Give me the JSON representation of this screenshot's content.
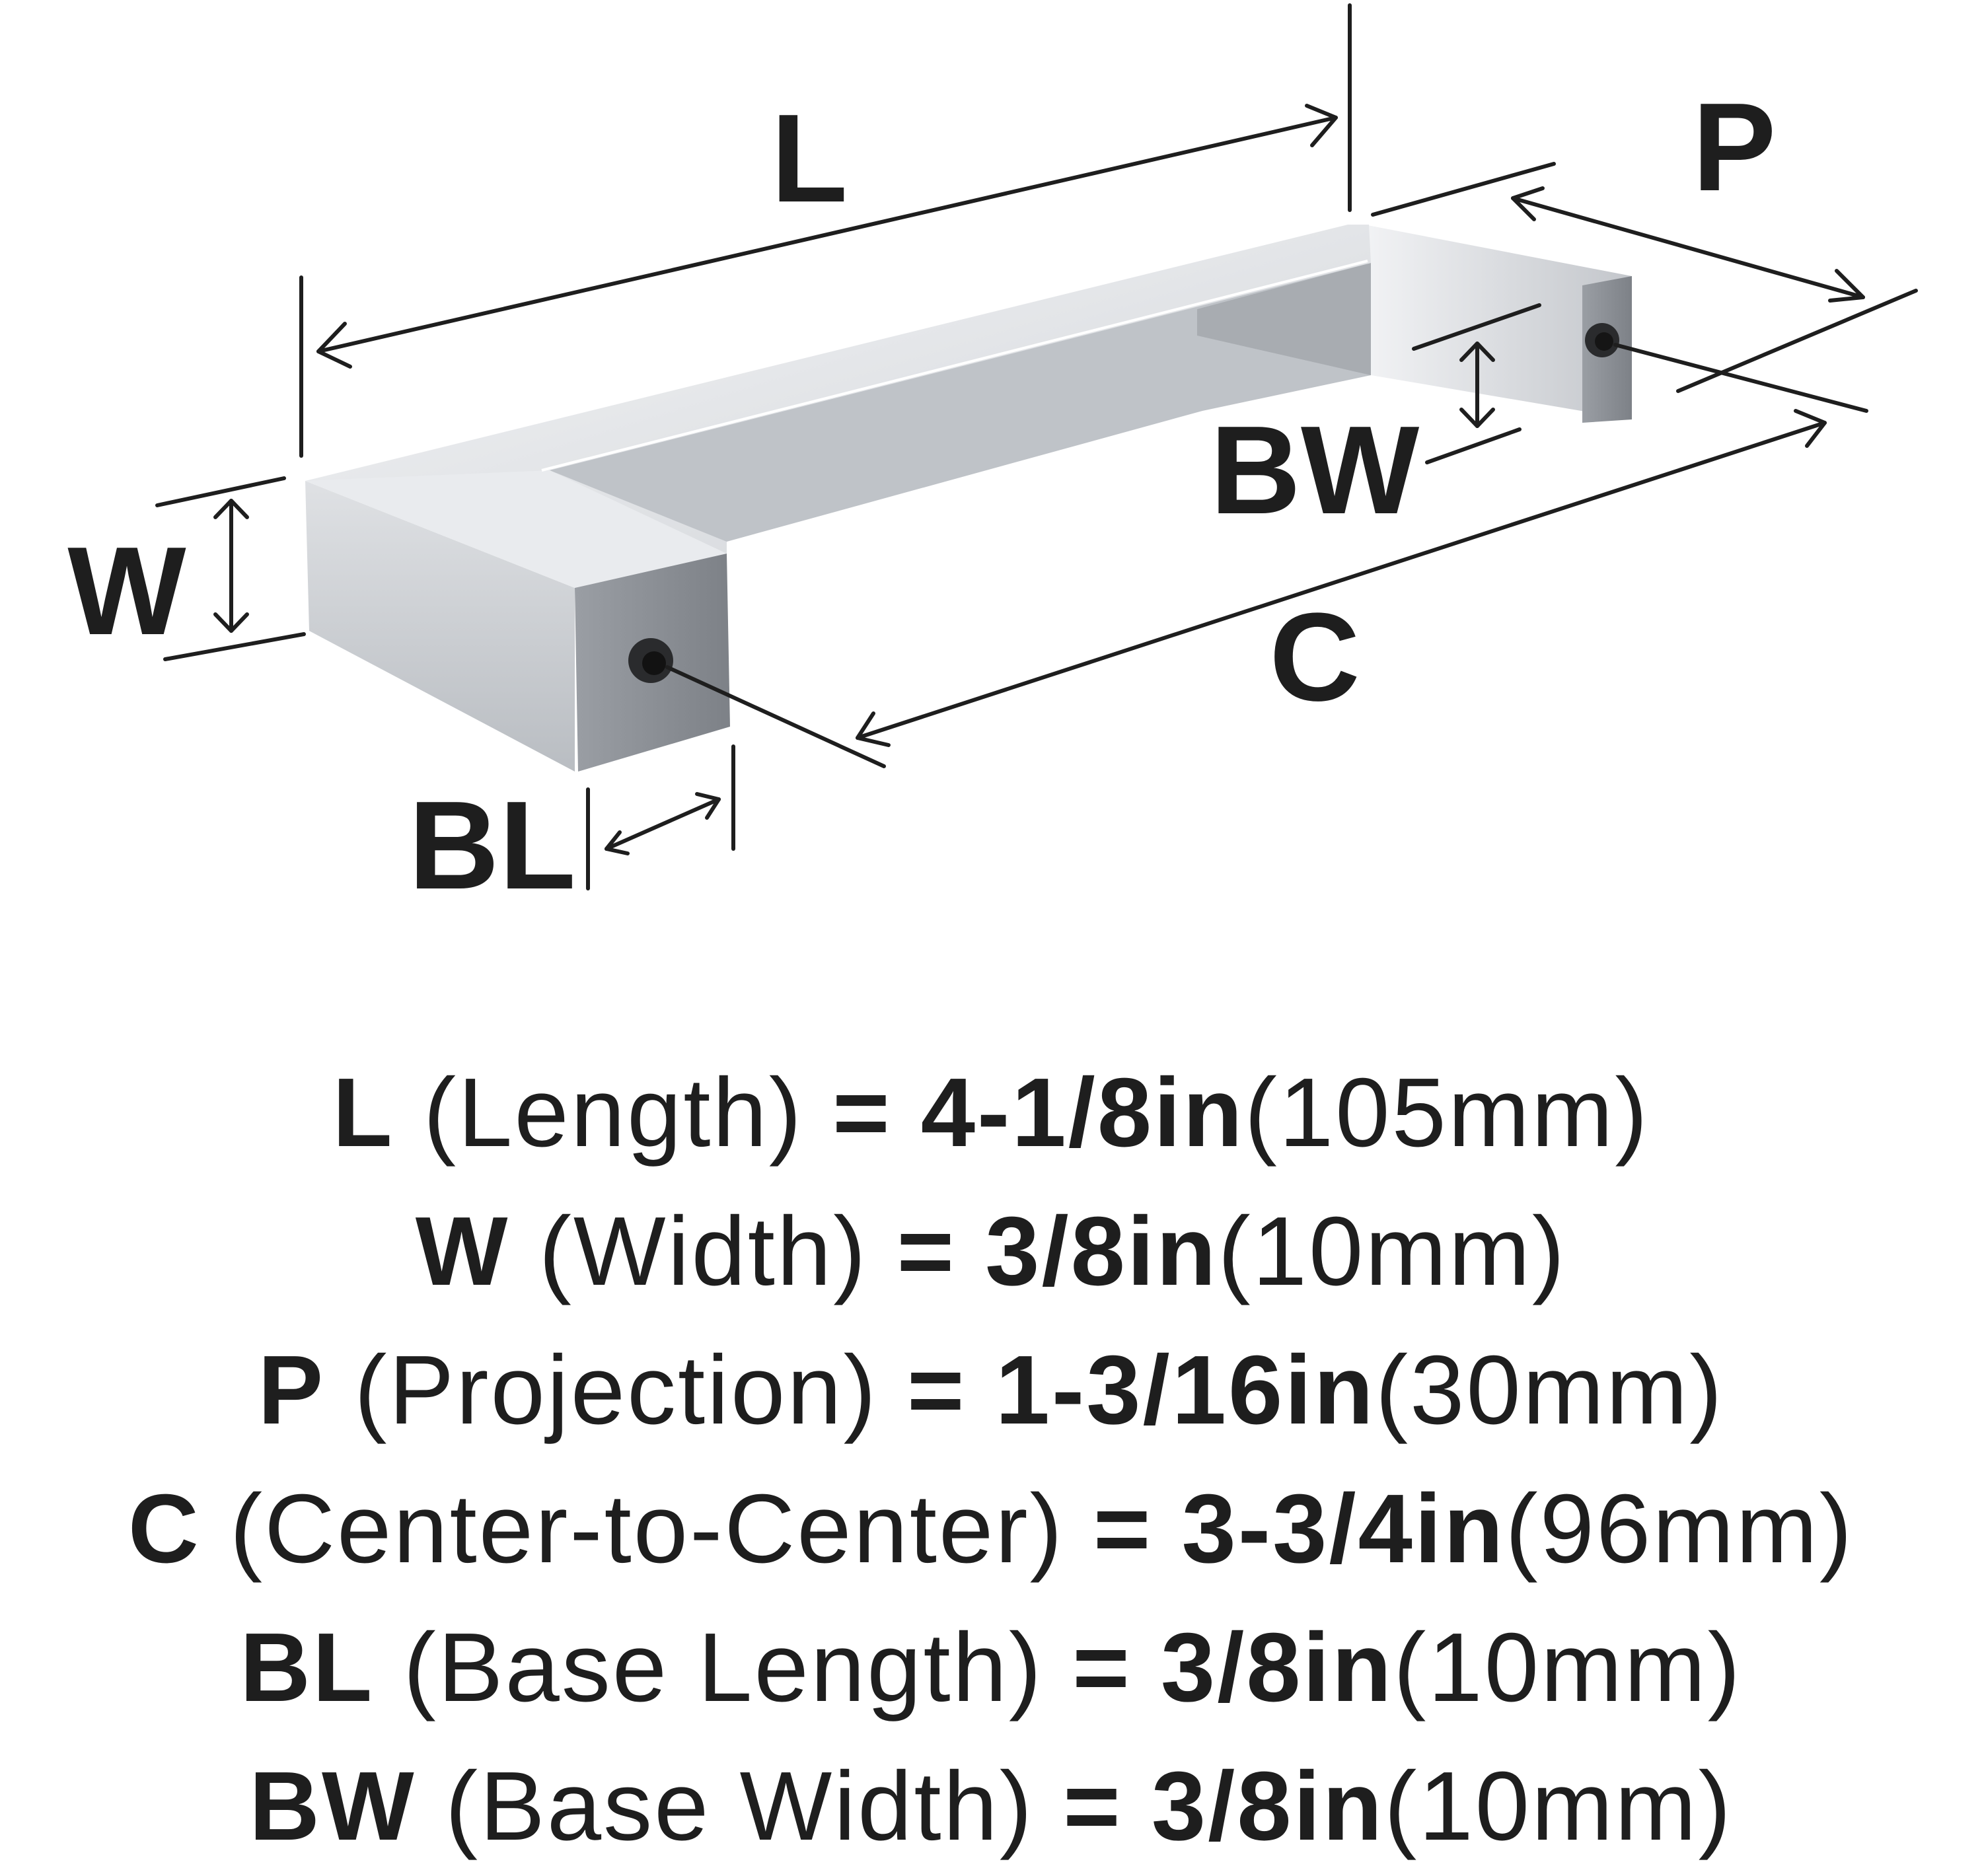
{
  "diagram": {
    "labels": {
      "length": "L",
      "projection": "P",
      "base_width": "BW",
      "width": "W",
      "center": "C",
      "base_length": "BL"
    },
    "colors": {
      "ink": "#1e1e1e",
      "metal_light": "#eef0f2",
      "metal_mid": "#c9ccd0",
      "metal_dark": "#8c9096"
    }
  },
  "specs": [
    {
      "code": "L",
      "name": "(Length)",
      "eq": "=",
      "inch": "4-1/8in",
      "mm": "(105mm)"
    },
    {
      "code": "W",
      "name": "(Width)",
      "eq": "=",
      "inch": "3/8in",
      "mm": "(10mm)"
    },
    {
      "code": "P",
      "name": "(Projection)",
      "eq": "=",
      "inch": "1-3/16in",
      "mm": "(30mm)"
    },
    {
      "code": "C",
      "name": "(Center-to-Center)",
      "eq": "=",
      "inch": "3-3/4in",
      "mm": "(96mm)"
    },
    {
      "code": "BL",
      "name": "(Base Length)",
      "eq": "=",
      "inch": "3/8in",
      "mm": "(10mm)"
    },
    {
      "code": "BW",
      "name": "(Base Width)",
      "eq": "=",
      "inch": "3/8in",
      "mm": "(10mm)"
    }
  ]
}
